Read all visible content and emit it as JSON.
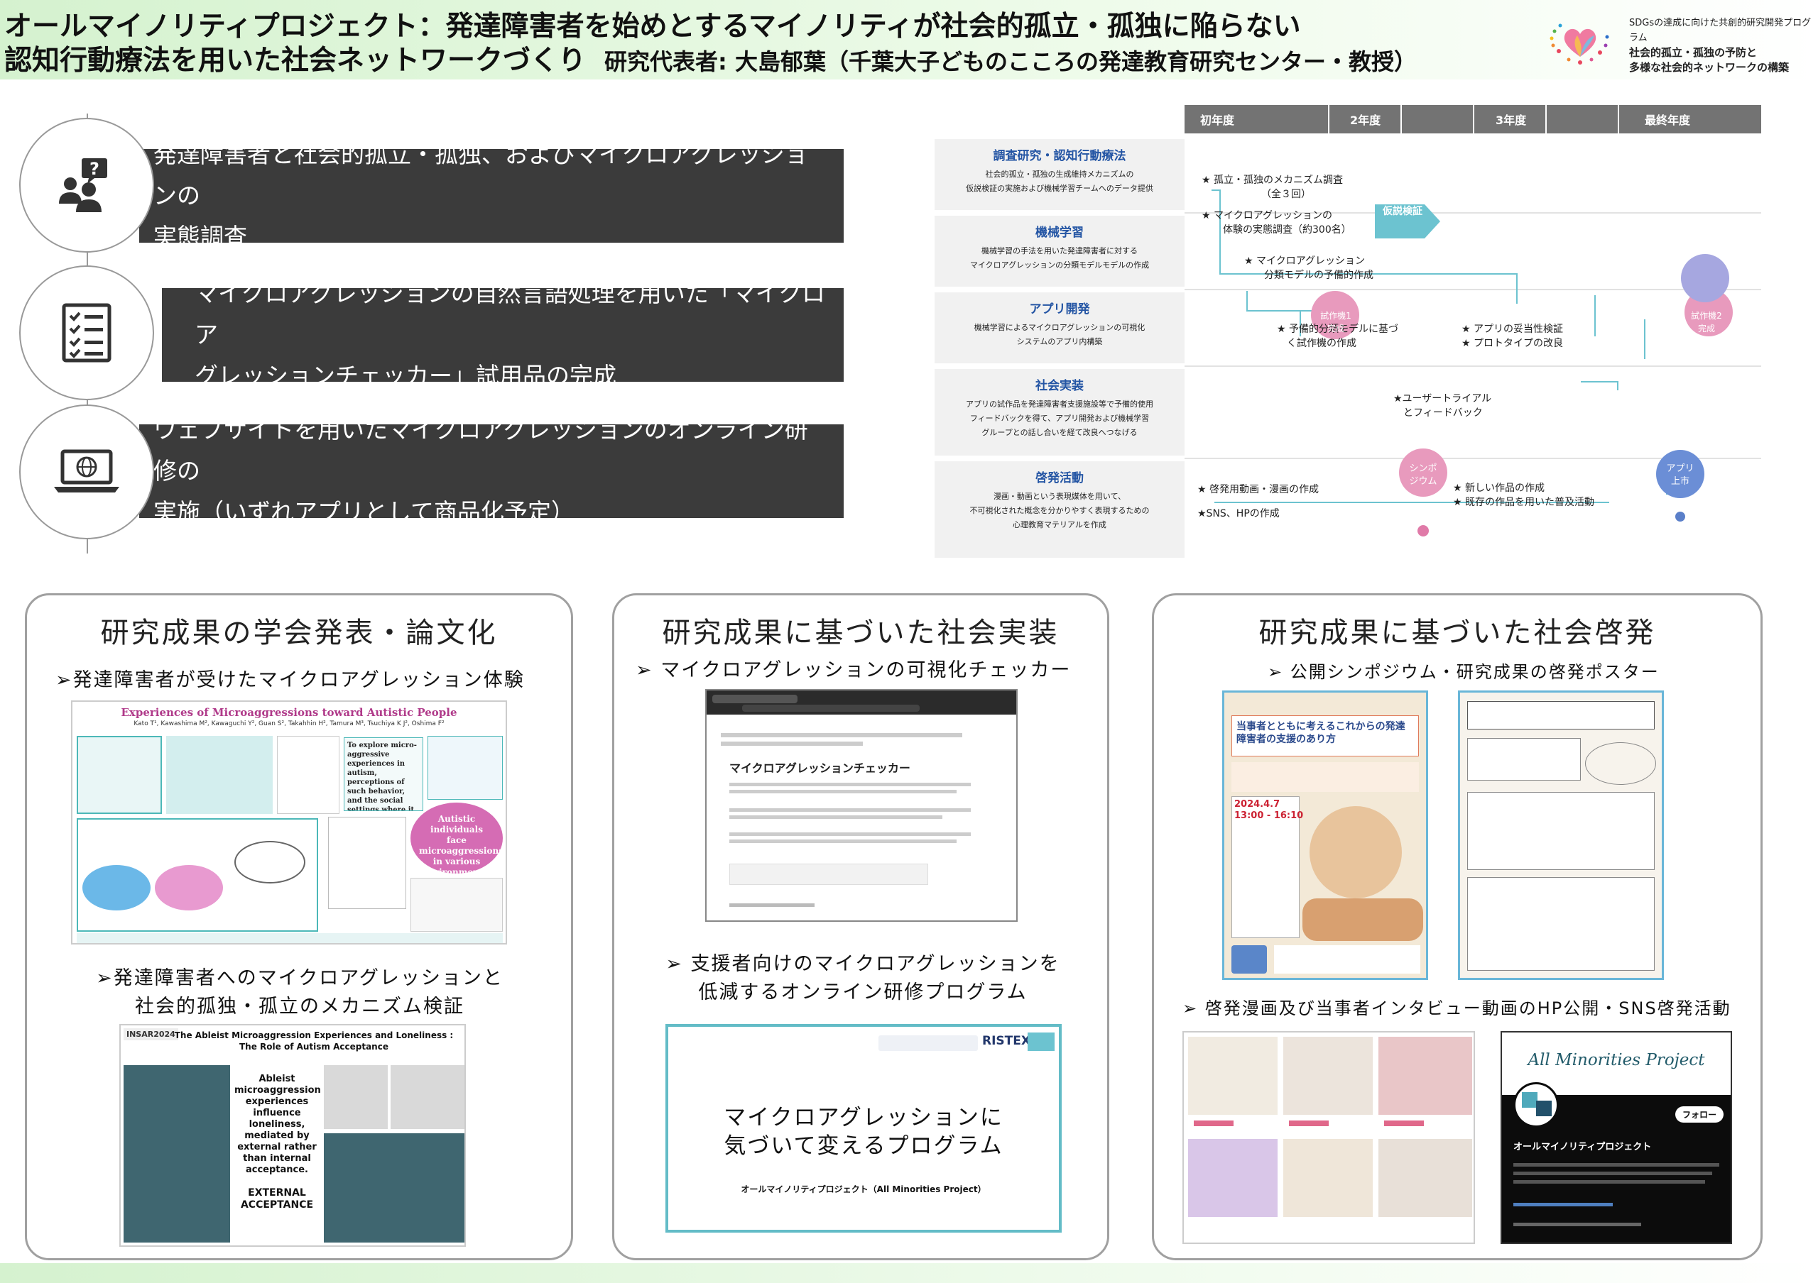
{
  "header": {
    "title_line1": "オールマイノリティプロジェクト：発達障害者を始めとするマイノリティが社会的孤立・孤独に陥らない",
    "title_line2": "認知行動療法を用いた社会ネットワークづくり",
    "title_line2_sub": "研究代表者: 大島郁葉（千葉大子どものこころの発達教育研究センター・教授）",
    "logo_small": "SDGsの達成に向けた共創的研究開発プログラム",
    "logo_line1": "社会的孤立・孤独の予防と",
    "logo_line2": "多様な社会的ネットワークの構築"
  },
  "objectives": [
    {
      "icon": "people-question-icon",
      "line1": "発達障害者と社会的孤立・孤独、およびマイクロアグレッションの",
      "line2": "実態調査"
    },
    {
      "icon": "checklist-icon",
      "line1": "マイクロアグレッションの自然言語処理を用いた「マイクロア",
      "line2": "グレッションチェッカー」試用品の完成"
    },
    {
      "icon": "laptop-globe-icon",
      "line1": "ウェブサイトを用いたマイクロアグレッションのオンライン研修の",
      "line2": "実施（いずれアプリとして商品化予定）"
    }
  ],
  "gantt": {
    "years": [
      "初年度",
      "2年度",
      "3年度",
      "最終年度"
    ],
    "rows": [
      {
        "title": "調査研究・認知行動療法",
        "desc": [
          "社会的孤立・孤独の生成維持メカニズムの",
          "仮説検証の実施および機械学習チームへのデータ提供"
        ]
      },
      {
        "title": "機械学習",
        "desc": [
          "機械学習の手法を用いた発達障害者に対する",
          "マイクロアグレッションの分類モデルモデルの作成"
        ]
      },
      {
        "title": "アプリ開発",
        "desc": [
          "機械学習によるマイクロアグレッションの可視化",
          "システムのアプリ内構築"
        ]
      },
      {
        "title": "社会実装",
        "desc": [
          "アプリの試作品を発達障害者支援施設等で予備的使用",
          "フィードバックを得て、アプリ開発および機械学習",
          "グループとの話し合いを経て改良へつなげる"
        ]
      },
      {
        "title": "啓発活動",
        "desc": [
          "漫画・動画という表現媒体を用いて、",
          "不可視化された概念を分かりやすく表現するための",
          "心理教育マテリアルを作成"
        ]
      }
    ],
    "items": {
      "survey1_a": "★ 孤立・孤独のメカニズム調査",
      "survey1_b": "（全３回）",
      "survey2_a": "★ マイクロアグレッションの",
      "survey2_b": "体験の実態調査（約300名）",
      "hypothesis": "仮説検証",
      "ml_a": "★ マイクロアグレッション",
      "ml_b": "分類モデルの予備的作成",
      "app1_a": "★ 予備的分類モデルに基づ",
      "app1_b": "く試作機の作成",
      "proto1_a": "試作機1",
      "proto1_b": "完成",
      "app2_a": "★ アプリの妥当性検証",
      "app2_b": "★ プロトタイプの改良",
      "proto2_a": "試作機2",
      "proto2_b": "完成",
      "impl_a": "★ユーザートライアル",
      "impl_b": "とフィードバック",
      "aw1": "★ 啓発用動画・漫画の作成",
      "aw2": "★SNS、HPの作成",
      "sym_a": "シンポ",
      "sym_b": "ジウム",
      "aw3": "★ 新しい作品の作成",
      "aw4": "★ 既存の作品を用いた普及活動",
      "release_a": "アプリ",
      "release_b": "上市"
    }
  },
  "panels": [
    {
      "title": "研究成果の学会発表・論文化",
      "sub1": "➢発達障害者が受けたマイクロアグレッション体験",
      "poster1_title": "Experiences of Microaggressions toward Autistic People",
      "poster1_authors": "Kato T¹, Kawashima M², Kawaguchi Y², Guan S², Takahhin H², Tamura M³, Tsuchiya K J², Oshima F²",
      "poster1_quote": "Autistic individuals face microaggressions in various environments.",
      "poster1_box": "To explore micro-aggressive experiences in autism, perceptions of such behavior, and the social settings where it occurs.",
      "sub2a": "➢発達障害者へのマイクロアグレッションと",
      "sub2b": "社会的孤独・孤立のメカニズム検証",
      "poster2_title": "The Ableist Microaggression Experiences and Loneliness :",
      "poster2_subtitle": "The Role of Autism Acceptance",
      "poster2_center": "Ableist microaggression experiences influence loneliness, mediated by external rather than internal acceptance.",
      "poster2_focus": "EXTERNAL ACCEPTANCE",
      "poster2_logo": "INSAR2024"
    },
    {
      "title": "研究成果に基づいた社会実装",
      "sub1": "➢ マイクロアグレッションの可視化チェッカー",
      "checker_title": "マイクロアグレッションチェッカー",
      "sub2a": "➢ 支援者向けのマイクロアグレッションを",
      "sub2b": "低減するオンライン研修プログラム",
      "program_line1": "マイクロアグレッションに",
      "program_line2": "気づいて変えるプログラム",
      "program_org": "オールマイノリティプロジェクト（All Minorities Project）",
      "program_logo": "RISTEX"
    },
    {
      "title": "研究成果に基づいた社会啓発",
      "sub1": "➢ 公開シンポジウム・研究成果の啓発ポスター",
      "sym_poster_head": "当事者とともに考えるこれからの発達障害者の支援のあり方",
      "sym_poster_date": "2024.4.7",
      "sym_poster_time": "13:00 - 16:10",
      "sub2": "➢ 啓発漫画及び当事者インタビュー動画のHP公開・SNS啓発活動",
      "sns_brand": "All Minorities Project",
      "sns_name": "オールマイノリティプロジェクト",
      "sns_follow": "フォロー"
    }
  ]
}
